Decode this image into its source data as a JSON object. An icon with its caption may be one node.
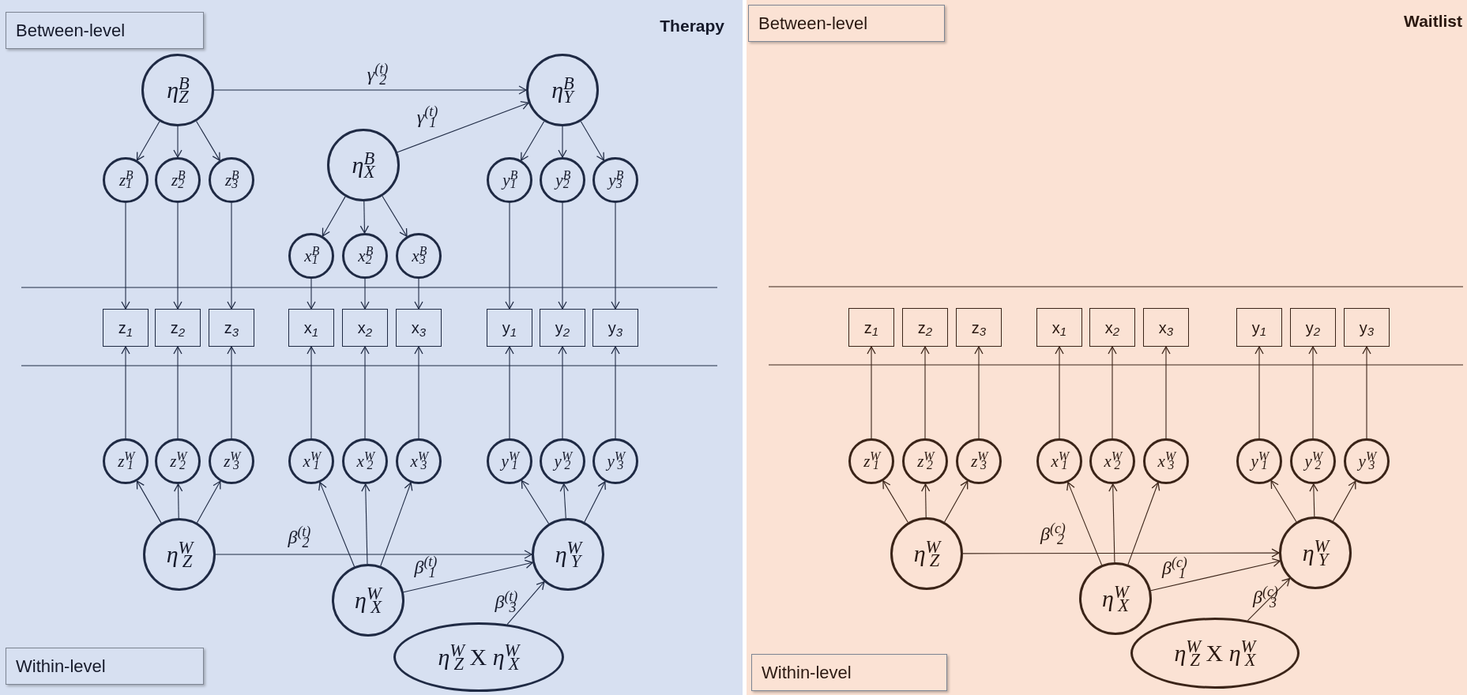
{
  "diagram": {
    "nodes": [
      {
        "text": [
          "Therapy"
        ]
      },
      {
        "text": [
          "Between-level"
        ],
        "in": 0
      },
      {
        "text": [
          "*η*$^{B}$$_{Z}$"
        ],
        "in": 0
      },
      {
        "text": [
          "*η*$^{B}$$_{Y}$"
        ],
        "in": 0
      },
      {
        "text": [
          "*η*$^{B}$$_{X}$"
        ],
        "in": 0
      },
      {
        "text": [
          "*z*$^{B}$$_{1}$"
        ],
        "in": 0
      },
      {
        "text": [
          "*z*$^{B}$$_{2}$"
        ],
        "in": 0
      },
      {
        "text": [
          "*z*$^{B}$$_{3}$"
        ],
        "in": 0
      },
      {
        "text": [
          "*x*$^{B}$$_{1}$"
        ],
        "in": 0
      },
      {
        "text": [
          "*x*$^{B}$$_{2}$"
        ],
        "in": 0
      },
      {
        "text": [
          "*x*$^{B}$$_{3}$"
        ],
        "in": 0
      },
      {
        "text": [
          "*y*$^{B}$$_{1}$"
        ],
        "in": 0
      },
      {
        "text": [
          "*y*$^{B}$$_{2}$"
        ],
        "in": 0
      },
      {
        "text": [
          "*y*$^{B}$$_{3}$"
        ],
        "in": 0
      },
      {
        "text": [
          "z$_{1}$"
        ],
        "in": 0
      },
      {
        "text": [
          "z$_{2}$"
        ],
        "in": 0
      },
      {
        "text": [
          "z$_{3}$"
        ],
        "in": 0
      },
      {
        "text": [
          "x$_{1}$"
        ],
        "in": 0
      },
      {
        "text": [
          "x$_{2}$"
        ],
        "in": 0
      },
      {
        "text": [
          "x$_{3}$"
        ],
        "in": 0
      },
      {
        "text": [
          "y$_{1}$"
        ],
        "in": 0
      },
      {
        "text": [
          "y$_{2}$"
        ],
        "in": 0
      },
      {
        "text": [
          "y$_{3}$"
        ],
        "in": 0
      },
      {
        "text": [
          "*z*$^{W}$$_{1}$"
        ],
        "in": 0
      },
      {
        "text": [
          "*z*$^{W}$$_{2}$"
        ],
        "in": 0
      },
      {
        "text": [
          "*z*$^{W}$$_{3}$"
        ],
        "in": 0
      },
      {
        "text": [
          "*x*$^{W}$$_{1}$"
        ],
        "in": 0
      },
      {
        "text": [
          "*x*$^{W}$$_{2}$"
        ],
        "in": 0
      },
      {
        "text": [
          "*x*$^{W}$$_{3}$"
        ],
        "in": 0
      },
      {
        "text": [
          "*y*$^{W}$$_{1}$"
        ],
        "in": 0
      },
      {
        "text": [
          "*y*$^{W}$$_{2}$"
        ],
        "in": 0
      },
      {
        "text": [
          "*y*$^{W}$$_{3}$"
        ],
        "in": 0
      },
      {
        "text": [
          "*η*$^{W}$$_{Z}$"
        ],
        "in": 0
      },
      {
        "text": [
          "*η*$^{W}$$_{Y}$"
        ],
        "in": 0
      },
      {
        "text": [
          "*η*$^{W}$$_{X}$"
        ],
        "in": 0
      },
      {
        "text": [
          "*η*$^{W}$$_{Z}$ X *η*$^{W}$$_{X}$"
        ],
        "in": 0
      },
      {
        "text": [
          "Within-level"
        ],
        "in": 0
      },
      {
        "text": [
          "Waitlist"
        ]
      },
      {
        "text": [
          "Between-level"
        ],
        "in": 37
      },
      {
        "text": [
          "z$_{1}$"
        ],
        "in": 37
      },
      {
        "text": [
          "z$_{2}$"
        ],
        "in": 37
      },
      {
        "text": [
          "z$_{3}$"
        ],
        "in": 37
      },
      {
        "text": [
          "x$_{1}$"
        ],
        "in": 37
      },
      {
        "text": [
          "x$_{2}$"
        ],
        "in": 37
      },
      {
        "text": [
          "x$_{3}$"
        ],
        "in": 37
      },
      {
        "text": [
          "y$_{1}$"
        ],
        "in": 37
      },
      {
        "text": [
          "y$_{2}$"
        ],
        "in": 37
      },
      {
        "text": [
          "y$_{3}$"
        ],
        "in": 37
      },
      {
        "text": [
          "*z*$^{W}$$_{1}$"
        ],
        "in": 37
      },
      {
        "text": [
          "*z*$^{W}$$_{2}$"
        ],
        "in": 37
      },
      {
        "text": [
          "*z*$^{W}$$_{3}$"
        ],
        "in": 37
      },
      {
        "text": [
          "*x*$^{W}$$_{1}$"
        ],
        "in": 37
      },
      {
        "text": [
          "*x*$^{W}$$_{2}$"
        ],
        "in": 37
      },
      {
        "text": [
          "*x*$^{W}$$_{3}$"
        ],
        "in": 37
      },
      {
        "text": [
          "*y*$^{W}$$_{1}$"
        ],
        "in": 37
      },
      {
        "text": [
          "*y*$^{W}$$_{2}$"
        ],
        "in": 37
      },
      {
        "text": [
          "*y*$^{W}$$_{3}$"
        ],
        "in": 37
      },
      {
        "text": [
          "*η*$^{W}$$_{Z}$"
        ],
        "in": 37
      },
      {
        "text": [
          "*η*$^{W}$$_{Y}$"
        ],
        "in": 37
      },
      {
        "text": [
          "*η*$^{W}$$_{X}$"
        ],
        "in": 37
      },
      {
        "text": [
          "*η*$^{W}$$_{Z}$ X *η*$^{W}$$_{X}$"
        ],
        "in": 37
      },
      {
        "text": [
          "Within-level"
        ],
        "in": 37
      }
    ],
    "edges": [
      {
        "from": 2,
        "to": 3,
        "arrow": "to",
        "label": "*γ*$^{(t)}$$_{2}$"
      },
      {
        "from": 4,
        "to": 3,
        "arrow": "to",
        "label": "*γ*$^{(t)}$$_{1}$"
      },
      {
        "from": 2,
        "to": 5,
        "arrow": "to"
      },
      {
        "from": 2,
        "to": 6,
        "arrow": "to"
      },
      {
        "from": 2,
        "to": 7,
        "arrow": "to"
      },
      {
        "from": 4,
        "to": 8,
        "arrow": "to"
      },
      {
        "from": 4,
        "to": 9,
        "arrow": "to"
      },
      {
        "from": 4,
        "to": 10,
        "arrow": "to"
      },
      {
        "from": 3,
        "to": 11,
        "arrow": "to"
      },
      {
        "from": 3,
        "to": 12,
        "arrow": "to"
      },
      {
        "from": 3,
        "to": 13,
        "arrow": "to"
      },
      {
        "from": 5,
        "to": 14,
        "arrow": "to"
      },
      {
        "from": 6,
        "to": 15,
        "arrow": "to"
      },
      {
        "from": 7,
        "to": 16,
        "arrow": "to"
      },
      {
        "from": 8,
        "to": 17,
        "arrow": "to"
      },
      {
        "from": 9,
        "to": 18,
        "arrow": "to"
      },
      {
        "from": 10,
        "to": 19,
        "arrow": "to"
      },
      {
        "from": 11,
        "to": 20,
        "arrow": "to"
      },
      {
        "from": 12,
        "to": 21,
        "arrow": "to"
      },
      {
        "from": 13,
        "to": 22,
        "arrow": "to"
      },
      {
        "from": 23,
        "to": 14,
        "arrow": "to"
      },
      {
        "from": 24,
        "to": 15,
        "arrow": "to"
      },
      {
        "from": 25,
        "to": 16,
        "arrow": "to"
      },
      {
        "from": 26,
        "to": 17,
        "arrow": "to"
      },
      {
        "from": 27,
        "to": 18,
        "arrow": "to"
      },
      {
        "from": 28,
        "to": 19,
        "arrow": "to"
      },
      {
        "from": 29,
        "to": 20,
        "arrow": "to"
      },
      {
        "from": 30,
        "to": 21,
        "arrow": "to"
      },
      {
        "from": 31,
        "to": 22,
        "arrow": "to"
      },
      {
        "from": 32,
        "to": 23,
        "arrow": "to"
      },
      {
        "from": 32,
        "to": 24,
        "arrow": "to"
      },
      {
        "from": 32,
        "to": 25,
        "arrow": "to"
      },
      {
        "from": 34,
        "to": 26,
        "arrow": "to"
      },
      {
        "from": 34,
        "to": 27,
        "arrow": "to"
      },
      {
        "from": 34,
        "to": 28,
        "arrow": "to"
      },
      {
        "from": 33,
        "to": 29,
        "arrow": "to"
      },
      {
        "from": 33,
        "to": 30,
        "arrow": "to"
      },
      {
        "from": 33,
        "to": 31,
        "arrow": "to"
      },
      {
        "from": 32,
        "to": 33,
        "arrow": "to",
        "label": "*β*$^{(t)}$$_{2}$"
      },
      {
        "from": 34,
        "to": 33,
        "arrow": "to",
        "label": "*β*$^{(t)}$$_{1}$"
      },
      {
        "from": 35,
        "to": 33,
        "arrow": "to",
        "label": "*β*$^{(t)}$$_{3}$"
      },
      {
        "from": 48,
        "to": 39,
        "arrow": "to",
        "color": "#3b2418"
      },
      {
        "from": 49,
        "to": 40,
        "arrow": "to",
        "color": "#3b2418"
      },
      {
        "from": 50,
        "to": 41,
        "arrow": "to",
        "color": "#3b2418"
      },
      {
        "from": 51,
        "to": 42,
        "arrow": "to",
        "color": "#3b2418"
      },
      {
        "from": 52,
        "to": 43,
        "arrow": "to",
        "color": "#3b2418"
      },
      {
        "from": 53,
        "to": 44,
        "arrow": "to",
        "color": "#3b2418"
      },
      {
        "from": 54,
        "to": 45,
        "arrow": "to",
        "color": "#3b2418"
      },
      {
        "from": 55,
        "to": 46,
        "arrow": "to",
        "color": "#3b2418"
      },
      {
        "from": 56,
        "to": 47,
        "arrow": "to",
        "color": "#3b2418"
      },
      {
        "from": 57,
        "to": 48,
        "arrow": "to",
        "color": "#3b2418"
      },
      {
        "from": 57,
        "to": 49,
        "arrow": "to",
        "color": "#3b2418"
      },
      {
        "from": 57,
        "to": 50,
        "arrow": "to",
        "color": "#3b2418"
      },
      {
        "from": 59,
        "to": 51,
        "arrow": "to",
        "color": "#3b2418"
      },
      {
        "from": 59,
        "to": 52,
        "arrow": "to",
        "color": "#3b2418"
      },
      {
        "from": 59,
        "to": 53,
        "arrow": "to",
        "color": "#3b2418"
      },
      {
        "from": 58,
        "to": 54,
        "arrow": "to",
        "color": "#3b2418"
      },
      {
        "from": 58,
        "to": 55,
        "arrow": "to",
        "color": "#3b2418"
      },
      {
        "from": 58,
        "to": 56,
        "arrow": "to",
        "color": "#3b2418"
      },
      {
        "from": 57,
        "to": 58,
        "arrow": "to",
        "color": "#3b2418",
        "label": "*β*$^{(c)}$$_{2}$"
      },
      {
        "from": 59,
        "to": 58,
        "arrow": "to",
        "color": "#3b2418",
        "label": "*β*$^{(c)}$$_{1}$"
      },
      {
        "from": 60,
        "to": 58,
        "arrow": "to",
        "color": "#3b2418",
        "label": "*β*$^{(c)}$$_{3}$"
      }
    ]
  }
}
